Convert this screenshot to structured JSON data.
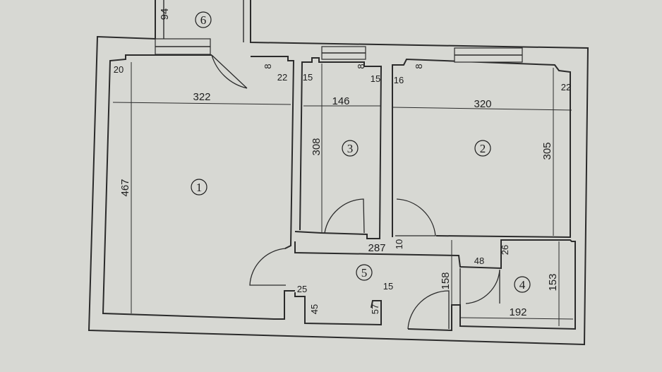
{
  "rooms": [
    {
      "id": "room-1",
      "number": "1"
    },
    {
      "id": "room-2",
      "number": "2"
    },
    {
      "id": "room-3",
      "number": "3"
    },
    {
      "id": "room-4",
      "number": "4"
    },
    {
      "id": "room-5",
      "number": "5"
    },
    {
      "id": "room-6",
      "number": "6"
    }
  ],
  "dimensions": {
    "d94": "94",
    "d20": "20",
    "d322": "322",
    "d467": "467",
    "d8a": "8",
    "d22a": "22",
    "d15a": "15",
    "d146": "146",
    "d308": "308",
    "d8b": "8",
    "d15b": "15",
    "d16": "16",
    "d8c": "8",
    "d320": "320",
    "d305": "305",
    "d22b": "22",
    "d287": "287",
    "d10": "10",
    "d48": "48",
    "d26": "26",
    "d158": "158",
    "d153": "153",
    "d192": "192",
    "d25": "25",
    "d45": "45",
    "d15c": "15",
    "d57": "57"
  }
}
